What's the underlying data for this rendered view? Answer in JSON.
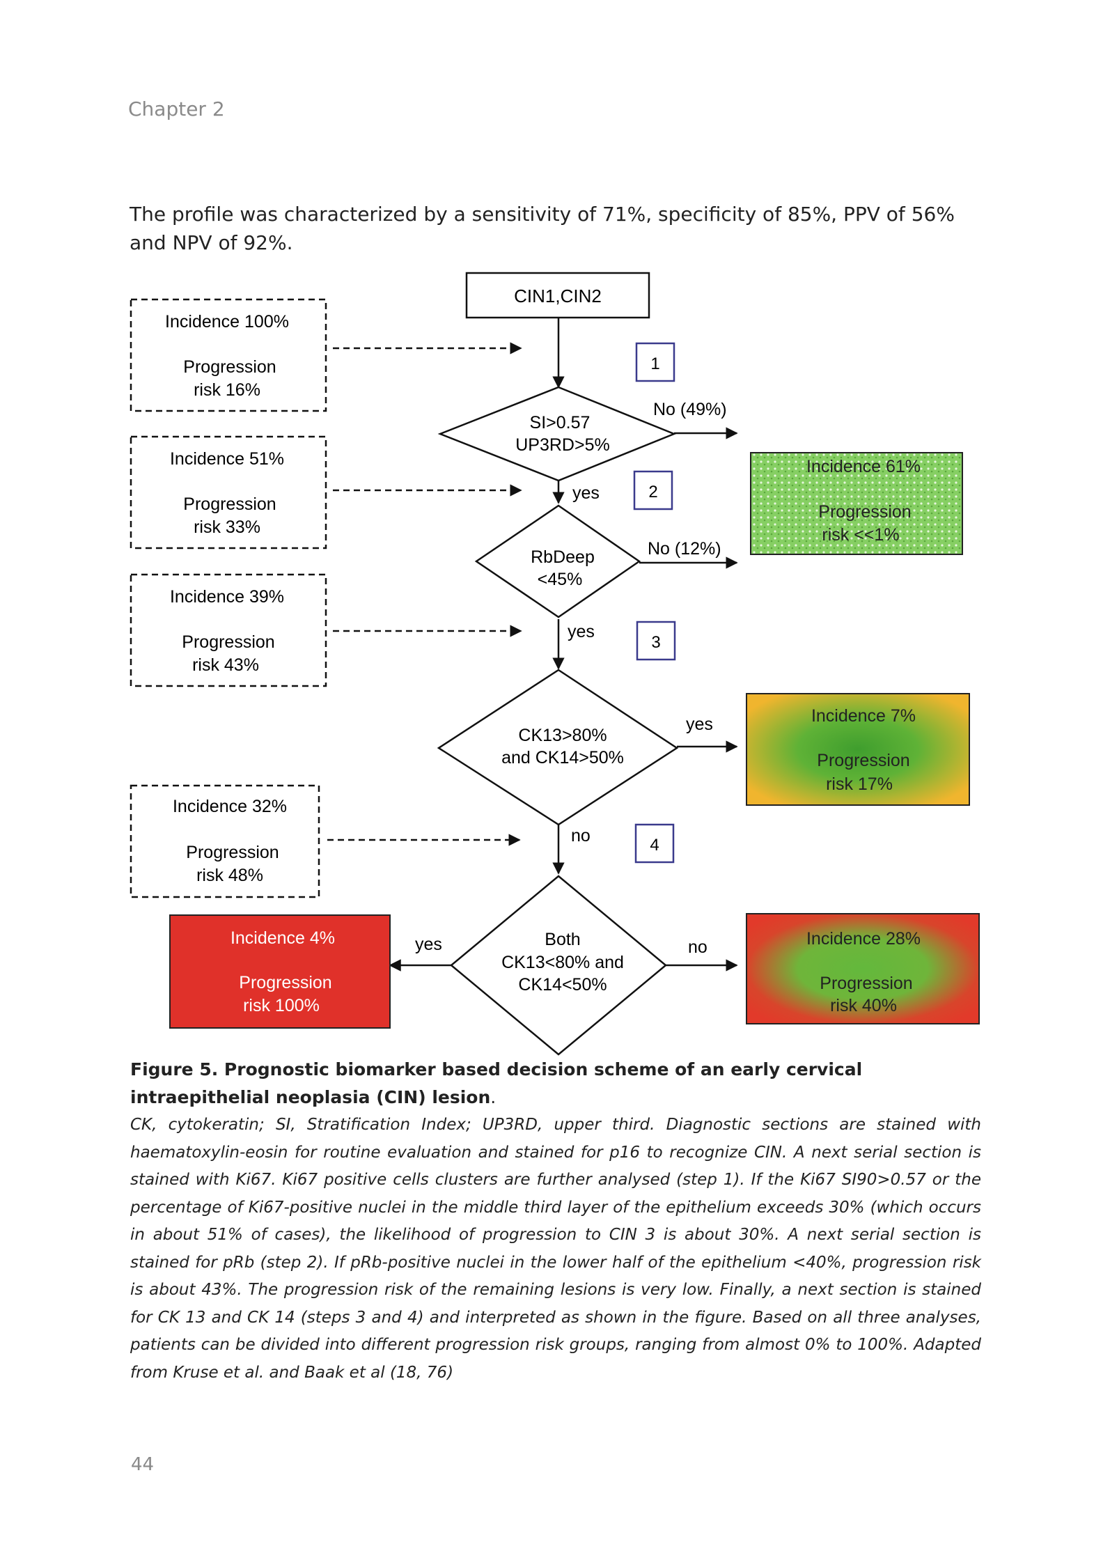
{
  "header": {
    "chapter": "Chapter 2"
  },
  "intro_text": "The profile was characterized by a sensitivity of 71%, specificity of 85%, PPV of 56% and NPV of 92%.",
  "flowchart": {
    "start": "CIN1,CIN2",
    "steps": [
      "1",
      "2",
      "3",
      "4"
    ],
    "decisions": {
      "d1": [
        "SI>0.57",
        "UP3RD>5%"
      ],
      "d2": [
        "RbDeep",
        "<45%"
      ],
      "d3": [
        "CK13>80%",
        "and CK14>50%"
      ],
      "d4": [
        "Both",
        "CK13<80% and",
        "CK14<50%"
      ]
    },
    "edge_labels": {
      "d1_no": "No (49%)",
      "d1_yes": "yes",
      "d2_no": "No (12%)",
      "d2_yes": "yes",
      "d3_yes": "yes",
      "d3_no": "no",
      "d4_yes": "yes",
      "d4_no": "no"
    },
    "left_boxes": [
      {
        "incidence": "Incidence 100%",
        "progression": [
          "Progression",
          "risk 16%"
        ]
      },
      {
        "incidence": "Incidence 51%",
        "progression": [
          "Progression",
          "risk 33%"
        ]
      },
      {
        "incidence": "Incidence 39%",
        "progression": [
          "Progression",
          "risk 43%"
        ]
      },
      {
        "incidence": "Incidence 32%",
        "progression": [
          "Progression",
          "risk 48%"
        ]
      }
    ],
    "outcomes": {
      "green": {
        "incidence": "Incidence 61%",
        "progression": [
          "Progression",
          "risk <<1%"
        ]
      },
      "yellow": {
        "incidence": "Incidence 7%",
        "progression": [
          "Progression",
          "risk 17%"
        ]
      },
      "red": {
        "incidence": "Incidence 4%",
        "progression": [
          "Progression",
          "risk 100%"
        ]
      },
      "redgreen": {
        "incidence": "Incidence 28%",
        "progression": [
          "Progression",
          "risk 40%"
        ]
      }
    },
    "colors": {
      "green": "#7cc95a",
      "yellow_edge": "#f0b52e",
      "yellow_center": "#3f9e2e",
      "red": "#e23a2a",
      "step_box": "#3a3a8c"
    }
  },
  "caption": {
    "title": "Figure 5. Prognostic biomarker based decision scheme of an early cervical intraepithelial neoplasia (CIN) lesion",
    "period": ".",
    "body": "CK, cytokeratin; SI, Stratification Index; UP3RD, upper third. Diagnostic sections are stained with haematoxylin-eosin for routine evaluation and stained for p16 to recognize CIN. A next serial section is stained with Ki67. Ki67 positive cells clusters are further analysed (step 1). If the Ki67 SI90>0.57 or the percentage of Ki67-positive nuclei in the middle third layer of the epithelium exceeds 30% (which occurs in about 51% of cases), the likelihood of progression to CIN 3 is about 30%. A next serial section is stained for pRb (step 2). If pRb-positive nuclei in the lower half of the epithelium <40%, progression risk is about 43%. The progression risk of the remaining lesions is very low. Finally, a next section is stained for CK 13 and CK 14 (steps 3 and 4) and interpreted as shown in the figure. Based on all three analyses, patients can be divided into different progression risk groups, ranging from almost 0% to 100%. Adapted from Kruse et al. and Baak et al (18, 76)"
  },
  "page_number": "44"
}
